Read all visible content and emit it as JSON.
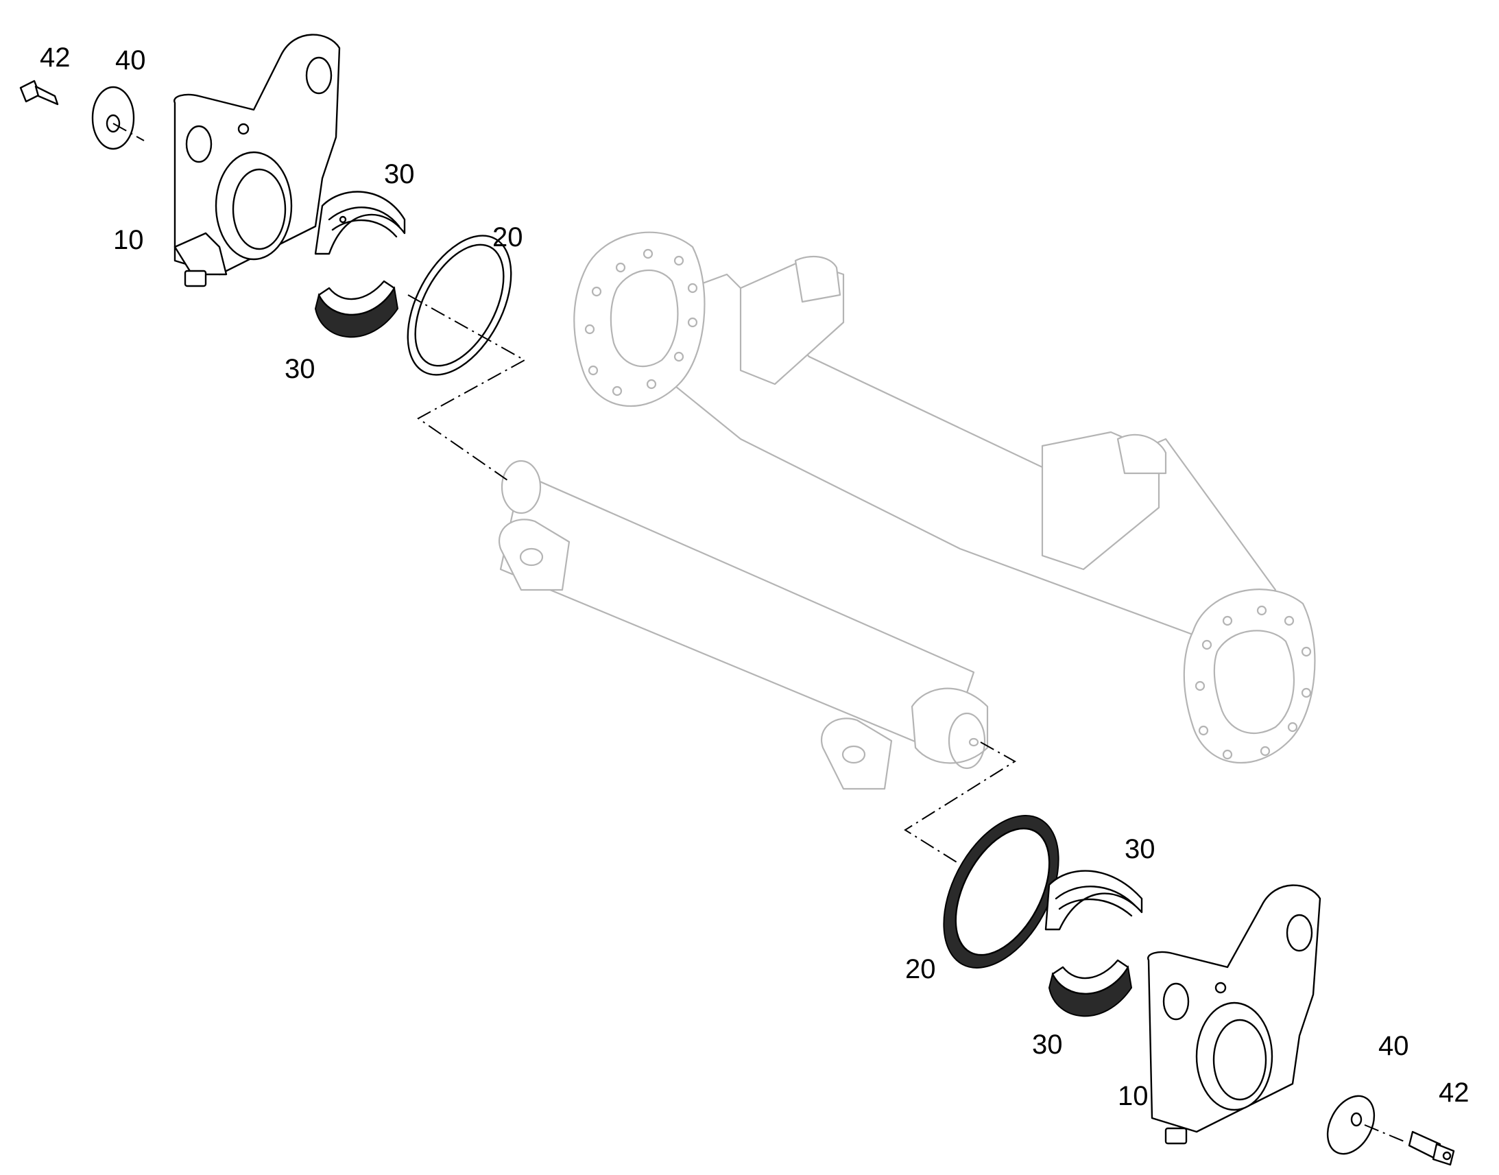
{
  "diagram": {
    "callouts": [
      {
        "id": "top-bolt",
        "label": "42"
      },
      {
        "id": "top-washer",
        "label": "40"
      },
      {
        "id": "top-bushing-upper",
        "label": "30"
      },
      {
        "id": "top-ring",
        "label": "20"
      },
      {
        "id": "top-bracket",
        "label": "10"
      },
      {
        "id": "top-bushing-lower",
        "label": "30"
      },
      {
        "id": "bottom-bushing-upper",
        "label": "30"
      },
      {
        "id": "bottom-ring",
        "label": "20"
      },
      {
        "id": "bottom-bushing-lower",
        "label": "30"
      },
      {
        "id": "bottom-washer",
        "label": "40"
      },
      {
        "id": "bottom-bracket",
        "label": "10"
      },
      {
        "id": "bottom-bolt",
        "label": "42"
      }
    ],
    "colors": {
      "line": "#000000",
      "ghost": "#b4b4b4",
      "background": "#ffffff"
    }
  }
}
